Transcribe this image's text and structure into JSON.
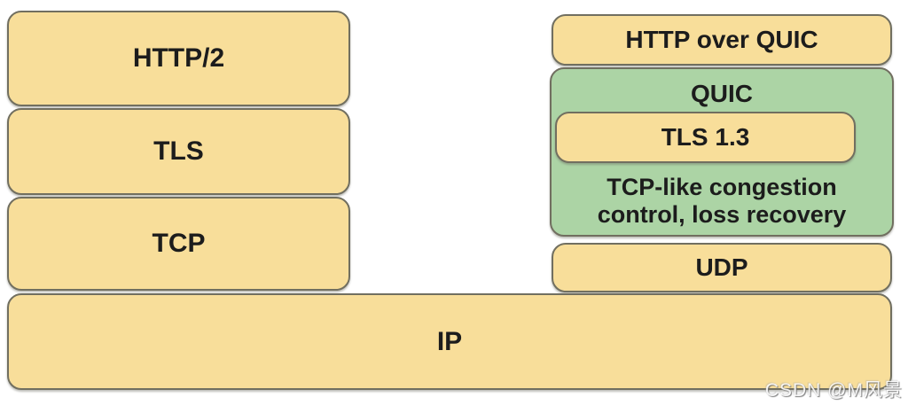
{
  "colors": {
    "box_yellow": "#F8DE9A",
    "box_green": "#ACD4A5",
    "box_border": "#716F60",
    "text": "#1C1C1C"
  },
  "left_stack": {
    "http2_label": "HTTP/2",
    "tls_label": "TLS",
    "tcp_label": "TCP"
  },
  "right_stack": {
    "http_over_quic_label": "HTTP over QUIC",
    "quic_label": "QUIC",
    "tls13_label": "TLS 1.3",
    "congestion_label": "TCP-like congestion control, loss recovery",
    "udp_label": "UDP"
  },
  "ip_label": "IP",
  "watermark_text": "CSDN @M风景"
}
